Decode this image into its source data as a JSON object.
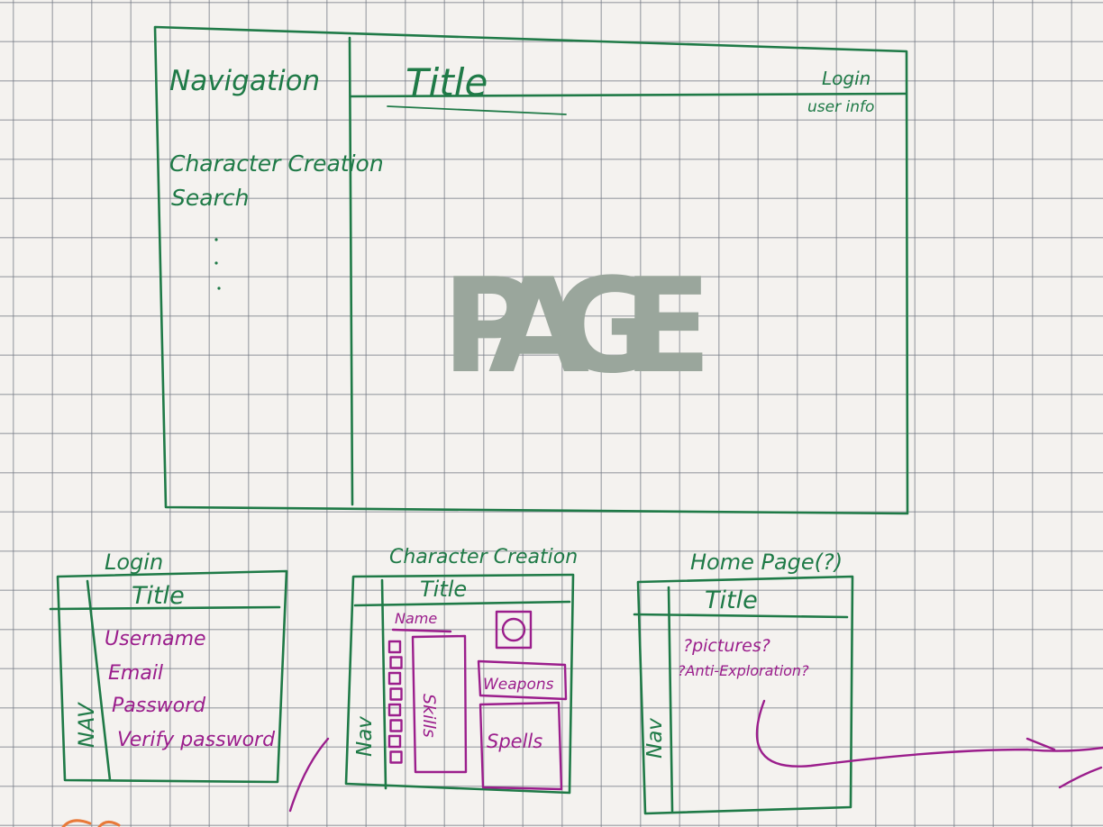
{
  "main_wireframe": {
    "nav_heading": "Navigation",
    "nav_items": [
      "Character Creation",
      "Search"
    ],
    "title": "Title",
    "login_label": "Login",
    "user_info_label": "user info",
    "page_label": "PAGE"
  },
  "login_wireframe": {
    "caption": "Login",
    "title": "Title",
    "nav_label": "NAV",
    "fields": [
      "Username",
      "Email",
      "Password",
      "Verify password"
    ]
  },
  "character_creation_wireframe": {
    "caption": "Character Creation",
    "title": "Title",
    "nav_label": "Nav",
    "name_label": "Name",
    "skills_label": "Skills",
    "weapons_label": "Weapons",
    "spells_label": "Spells",
    "checkbox_count": 8
  },
  "home_page_wireframe": {
    "caption": "Home Page(?)",
    "title": "Title",
    "nav_label": "Nav",
    "notes": [
      "?pictures?",
      "?Anti-Exploration?"
    ]
  },
  "colors": {
    "green_ink": "#1f7a47",
    "purple_ink": "#9b1e8c",
    "grid": "#787d87",
    "paper": "#f4f2ef"
  }
}
